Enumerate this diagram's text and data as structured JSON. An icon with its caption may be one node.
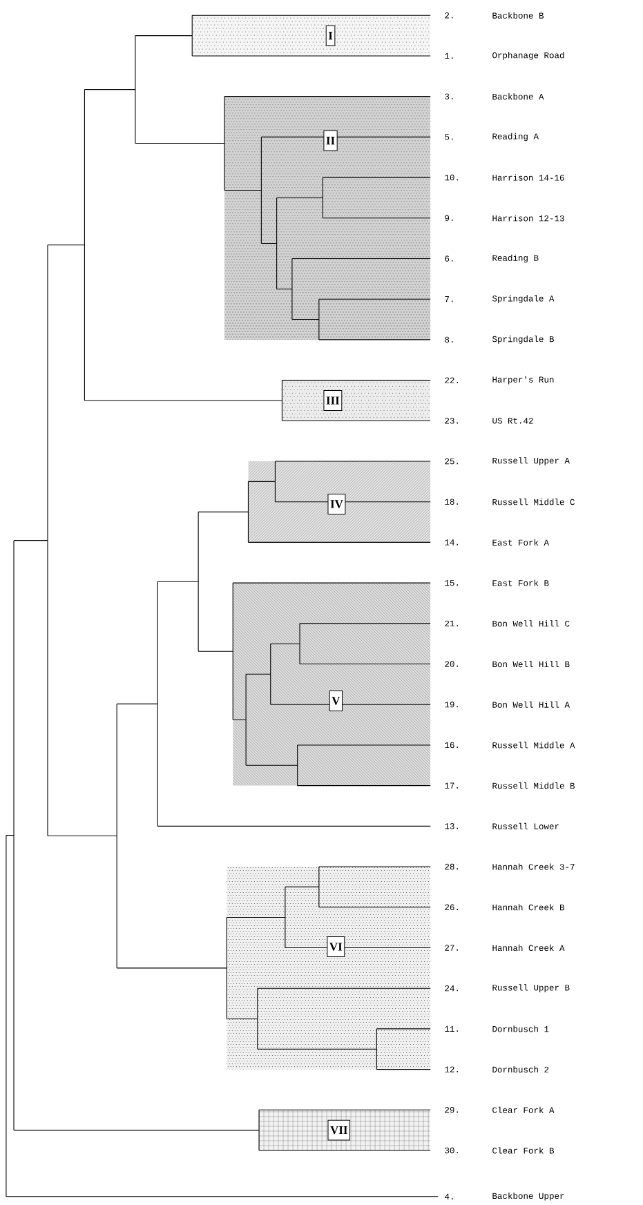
{
  "diagram": {
    "nodes": [
      {
        "text": [
          "I"
        ]
      },
      {
        "text": [
          "II"
        ]
      },
      {
        "text": [
          "III"
        ]
      },
      {
        "text": [
          "IV"
        ]
      },
      {
        "text": [
          "V"
        ]
      },
      {
        "text": [
          "VI"
        ]
      },
      {
        "text": [
          "VII"
        ]
      }
    ],
    "labels": [
      "2.",
      "Backbone B",
      "1.",
      "Orphanage Road",
      "3.",
      "Backbone A",
      "5.",
      "Reading A",
      "10.",
      "Harrison 14-16",
      "9.",
      "Harrison 12-13",
      "6.",
      "Reading B",
      "7.",
      "Springdale A",
      "8.",
      "Springdale B",
      "22.",
      "Harper's Run",
      "23.",
      "US Rt.42",
      "25.",
      "Russell Upper A",
      "18.",
      "Russell Middle C",
      "14.",
      "East Fork A",
      "15.",
      "East Fork B",
      "21.",
      "Bon Well Hill C",
      "20.",
      "Bon Well Hill B",
      "19.",
      "Bon Well Hill A",
      "16.",
      "Russell Middle A",
      "17.",
      "Russell Middle B",
      "13.",
      "Russell Lower",
      "28.",
      "Hannah Creek 3-7",
      "26.",
      "Hannah Creek B",
      "27.",
      "Hannah Creek A",
      "24.",
      "Russell Upper B",
      "11.",
      "Dornbusch 1",
      "12.",
      "Dornbusch 2",
      "29.",
      "Clear Fork A",
      "30.",
      "Clear Fork B",
      "4.",
      "Backbone Upper"
    ]
  }
}
